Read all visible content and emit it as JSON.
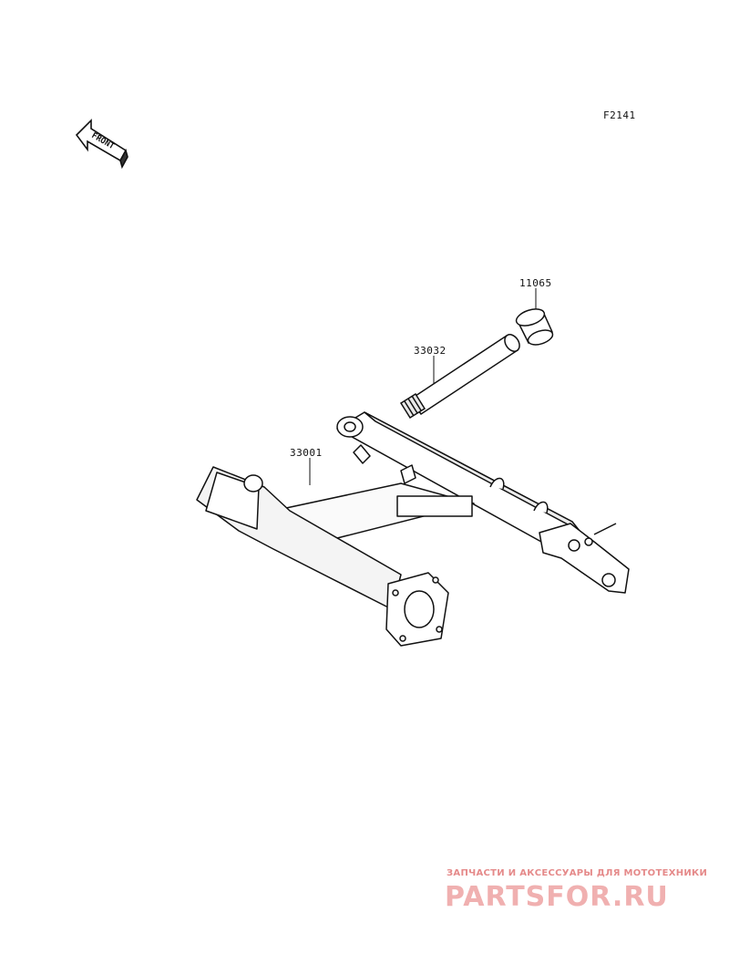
{
  "figure": {
    "code": "F2141"
  },
  "front_arrow": {
    "label": "FRONT"
  },
  "callouts": [
    {
      "part_number": "11065"
    },
    {
      "part_number": "33032"
    },
    {
      "part_number": "33001"
    }
  ],
  "watermark": {
    "tagline": "ЗАПЧАСТИ И АКСЕССУАРЫ ДЛЯ МОТОТЕХНИКИ",
    "brand": "PARTSFOR.RU",
    "color": "#e58a8a"
  }
}
